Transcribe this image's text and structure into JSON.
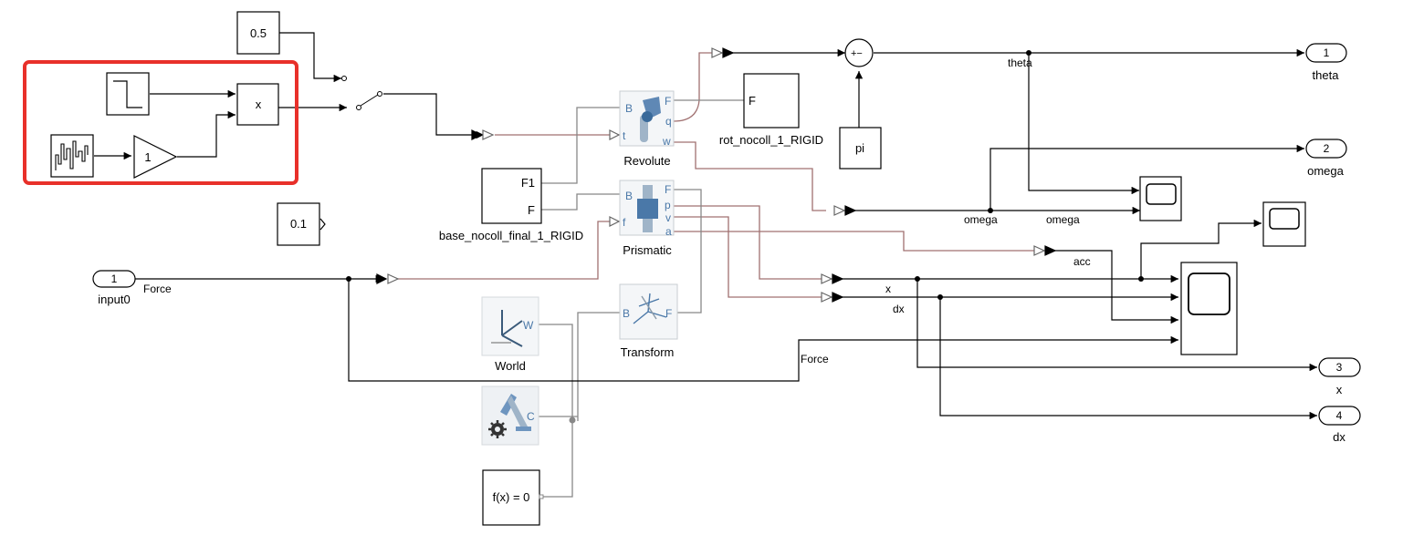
{
  "blocks": {
    "const_05": "0.5",
    "const_01": "0.1",
    "product": "x",
    "gain": "1",
    "rot_block_label": "F",
    "rot_block_name": "rot_nocoll_1_RIGID",
    "base_block_port_f1": "F1",
    "base_block_port_f": "F",
    "base_block_name": "base_nocoll_final_1_RIGID",
    "sum_signs": "+−",
    "pi_const": "pi",
    "fx_block": "f(x) = 0"
  },
  "joints": {
    "revolute": {
      "name": "Revolute",
      "ports_left": [
        "B",
        "t"
      ],
      "ports_right": [
        "F",
        "q",
        "w"
      ]
    },
    "prismatic": {
      "name": "Prismatic",
      "ports_left": [
        "B",
        "f"
      ],
      "ports_right": [
        "F",
        "p",
        "v",
        "a"
      ]
    },
    "transform": {
      "name": "Transform",
      "port_left": "B",
      "port_right": "F"
    },
    "world": {
      "name": "World",
      "port": "W"
    },
    "config": {
      "port": "C"
    }
  },
  "inports": [
    {
      "num": "1",
      "name": "input0"
    }
  ],
  "outports": [
    {
      "num": "1",
      "name": "theta"
    },
    {
      "num": "2",
      "name": "omega"
    },
    {
      "num": "3",
      "name": "x"
    },
    {
      "num": "4",
      "name": "dx"
    }
  ],
  "signal_labels": {
    "force_in": "Force",
    "force_scope": "Force",
    "theta": "theta",
    "omega_branch": "omega",
    "omega_scope": "omega",
    "acc": "acc",
    "x": "x",
    "dx": "dx"
  },
  "colors": {
    "signal": "#000000",
    "physical": "#a07070",
    "connection": "#888888",
    "highlight": "#e8302a",
    "joint_blue": "#4a78a8"
  },
  "icons": [
    "step-icon",
    "random-source-icon",
    "scope-icon",
    "gear-icon",
    "robot-arm-icon",
    "switch-icon"
  ]
}
